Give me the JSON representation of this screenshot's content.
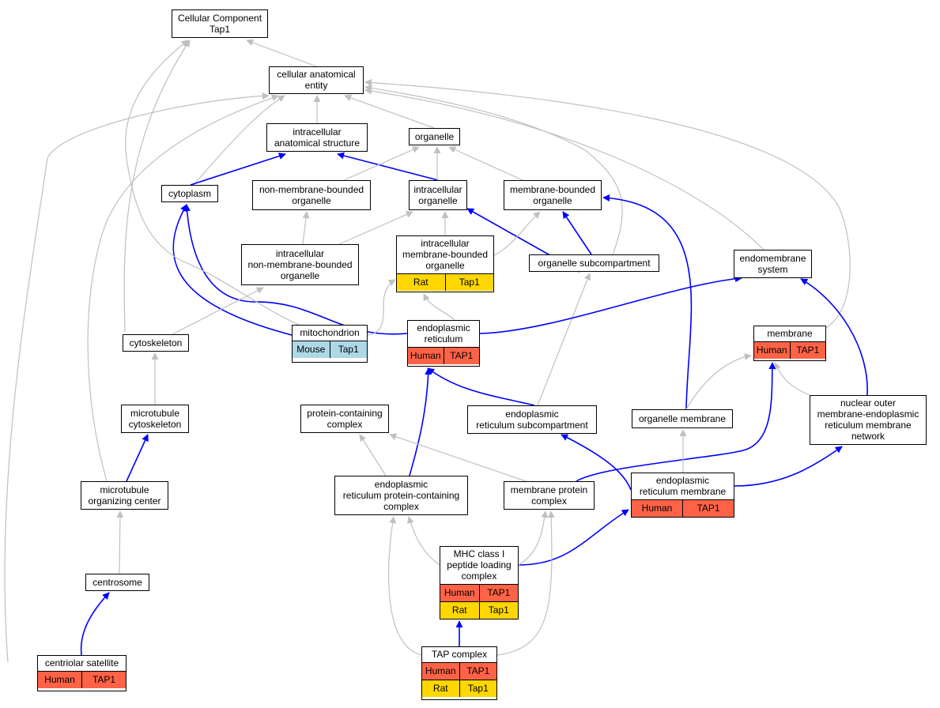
{
  "colors": {
    "edge_gray": "#c0c0c0",
    "edge_blue": "#0000ff",
    "Human": "#ff6347",
    "Rat": "#ffd700",
    "Mouse": "#add8e6"
  },
  "nodes": {
    "cellular_component": {
      "label": "Cellular Component\nTap1",
      "annotations": []
    },
    "cellular_anatomical_entity": {
      "label": "cellular anatomical\nentity",
      "annotations": []
    },
    "intracellular_anatomical_structure": {
      "label": "intracellular\nanatomical structure",
      "annotations": []
    },
    "organelle": {
      "label": "organelle",
      "annotations": []
    },
    "cytoplasm": {
      "label": "cytoplasm",
      "annotations": []
    },
    "non_membrane_bounded_organelle": {
      "label": "non-membrane-bounded\norganelle",
      "annotations": []
    },
    "intracellular_organelle": {
      "label": "intracellular\norganelle",
      "annotations": []
    },
    "membrane_bounded_organelle": {
      "label": "membrane-bounded\norganelle",
      "annotations": []
    },
    "intracellular_non_membrane_bounded_organelle": {
      "label": "intracellular\nnon-membrane-bounded\norganelle",
      "annotations": []
    },
    "intracellular_membrane_bounded_organelle": {
      "label": "intracellular\nmembrane-bounded\norganelle",
      "annotations": [
        [
          "Rat",
          "Tap1"
        ]
      ]
    },
    "organelle_subcompartment": {
      "label": "organelle subcompartment",
      "annotations": []
    },
    "endomembrane_system": {
      "label": "endomembrane\nsystem",
      "annotations": []
    },
    "mitochondrion": {
      "label": "mitochondrion",
      "annotations": [
        [
          "Mouse",
          "Tap1"
        ]
      ]
    },
    "endoplasmic_reticulum": {
      "label": "endoplasmic\nreticulum",
      "annotations": [
        [
          "Human",
          "TAP1"
        ]
      ]
    },
    "membrane": {
      "label": "membrane",
      "annotations": [
        [
          "Human",
          "TAP1"
        ]
      ]
    },
    "cytoskeleton": {
      "label": "cytoskeleton",
      "annotations": []
    },
    "microtubule_cytoskeleton": {
      "label": "microtubule\ncytoskeleton",
      "annotations": []
    },
    "protein_containing_complex": {
      "label": "protein-containing\ncomplex",
      "annotations": []
    },
    "er_subcompartment": {
      "label": "endoplasmic\nreticulum subcompartment",
      "annotations": []
    },
    "organelle_membrane": {
      "label": "organelle membrane",
      "annotations": []
    },
    "nuclear_outer_membrane": {
      "label": "nuclear outer\nmembrane-endoplasmic\nreticulum membrane\nnetwork",
      "annotations": []
    },
    "microtubule_organizing_center": {
      "label": "microtubule\norganizing center",
      "annotations": []
    },
    "er_protein_containing_complex": {
      "label": "endoplasmic\nreticulum protein-containing\ncomplex",
      "annotations": []
    },
    "membrane_protein_complex": {
      "label": "membrane protein\ncomplex",
      "annotations": []
    },
    "er_membrane": {
      "label": "endoplasmic\nreticulum membrane",
      "annotations": [
        [
          "Human",
          "TAP1"
        ]
      ]
    },
    "mhc_class_i_plc": {
      "label": "MHC class I\npeptide loading\ncomplex",
      "annotations": [
        [
          "Human",
          "TAP1"
        ],
        [
          "Rat",
          "Tap1"
        ]
      ]
    },
    "centrosome": {
      "label": "centrosome",
      "annotations": []
    },
    "centriolar_satellite": {
      "label": "centriolar satellite",
      "annotations": [
        [
          "Human",
          "TAP1"
        ]
      ]
    },
    "tap_complex": {
      "label": "TAP complex",
      "annotations": [
        [
          "Human",
          "TAP1"
        ],
        [
          "Rat",
          "Tap1"
        ]
      ]
    }
  }
}
